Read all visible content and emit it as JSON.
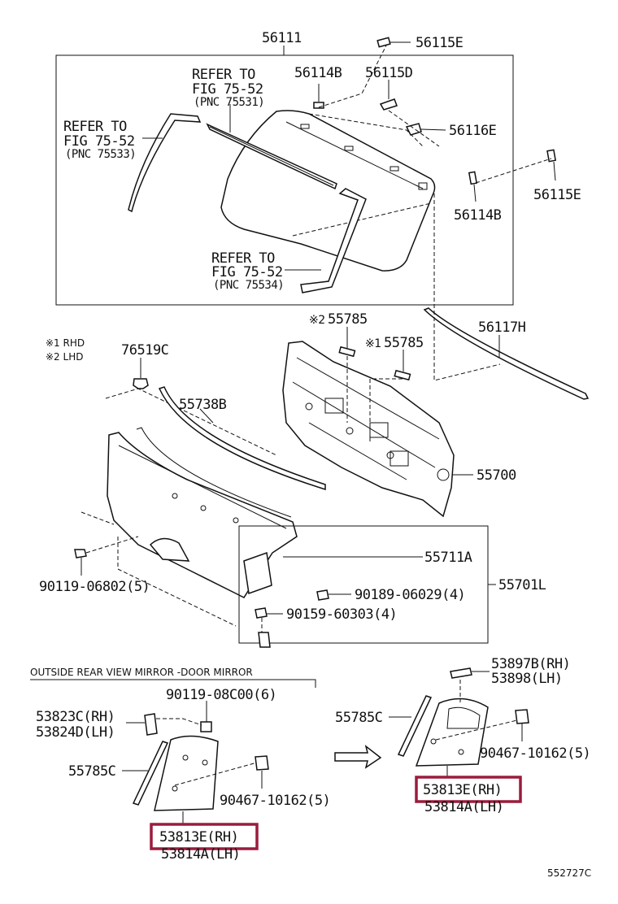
{
  "frame_top_label": "56111",
  "callouts": {
    "c_56115E_top": "56115E",
    "c_56114B_top": "56114B",
    "c_56115D": "56115D",
    "c_56116E": "56116E",
    "c_56115E_right": "56115E",
    "c_56114B_right": "56114B",
    "c_refer1_a": "REFER TO",
    "c_refer1_b": "FIG 75-52",
    "c_refer1_c": "(PNC 75531)",
    "c_refer2_a": "REFER TO",
    "c_refer2_b": "FIG 75-52",
    "c_refer2_c": "(PNC 75533)",
    "c_refer3_a": "REFER TO",
    "c_refer3_b": "FIG 75-52",
    "c_refer3_c": "(PNC 75534)",
    "c_55785_a": "55785",
    "c_55785_b": "55785",
    "c_mark2": "※2",
    "c_mark1": "※1",
    "c_56117H": "56117H",
    "c_76519C": "76519C",
    "c_55738B": "55738B",
    "c_55700": "55700",
    "c_55711A": "55711A",
    "c_55701L": "55701L",
    "c_90119_06802": "90119-06802(5)",
    "c_90189_06029": "90189-06029(4)",
    "c_90159_60303": "90159-60303(4)",
    "c_90119_08C00": "90119-08C00(6)",
    "c_53823C": "53823C(RH)",
    "c_53824D": "53824D(LH)",
    "c_55785C_left": "55785C",
    "c_90467_left": "90467-10162(5)",
    "c_53813E_left": "53813E(RH)",
    "c_53814A_left": "53814A(LH)",
    "c_55785C_right": "55785C",
    "c_53897B": "53897B(RH)",
    "c_53898": "53898(LH)",
    "c_90467_right": "90467-10162(5)",
    "c_53813E_right": "53813E(RH)",
    "c_53814A_right": "53814A(LH)"
  },
  "legend": {
    "rhd": "※1 RHD",
    "lhd": "※2 LHD"
  },
  "section_title": "OUTSIDE REAR VIEW MIRROR -DOOR MIRROR",
  "figure_id": "552727C",
  "colors": {
    "highlight": "#9b1c3c",
    "line": "#111111"
  }
}
